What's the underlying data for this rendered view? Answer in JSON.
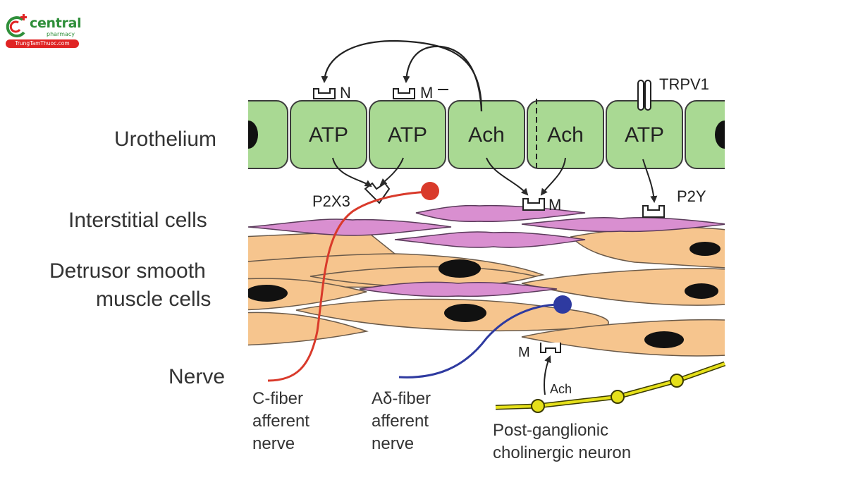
{
  "logo": {
    "brand": "central",
    "sub": "pharmacy",
    "url": "TrungTamThuoc.com",
    "colors": {
      "green": "#2f8f3a",
      "red": "#e02424"
    }
  },
  "layers": {
    "urothelium": "Urothelium",
    "interstitial": "Interstitial cells",
    "detrusor_1": "Detrusor smooth",
    "detrusor_2": "muscle cells",
    "nerve": "Nerve"
  },
  "cells": [
    "ATP",
    "ATP",
    "Ach",
    "Ach",
    "ATP"
  ],
  "receptors": {
    "n": "N",
    "m_top": "M",
    "trpv1": "TRPV1",
    "p2x3": "P2X3",
    "m_mid": "M",
    "p2y": "P2Y",
    "m_bottom": "M",
    "ach_bottom": "Ach"
  },
  "fibers": {
    "c_fiber": [
      "C-fiber",
      "afferent",
      "nerve"
    ],
    "a_delta": [
      "Aδ-fiber",
      "afferent",
      "nerve"
    ],
    "post_ganglionic": [
      "Post-ganglionic",
      "cholinergic neuron"
    ]
  },
  "colors": {
    "cell_fill": "#a9d993",
    "cell_stroke": "#3c3c3c",
    "muscle_fill": "#f6c58e",
    "interstitial_fill": "#d98fd0",
    "c_fiber": "#d93a2b",
    "a_delta": "#2e3aa0",
    "neuron": "#e5e01a"
  }
}
